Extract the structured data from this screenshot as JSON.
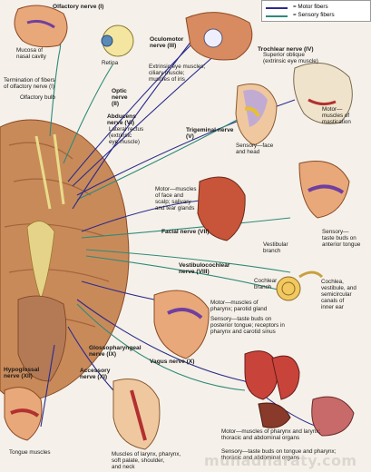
{
  "legend": {
    "motor": {
      "label": "= Motor fibers",
      "color": "#2b2b8c"
    },
    "sensory": {
      "label": "= Sensory fibers",
      "color": "#2e8a78"
    }
  },
  "nerves": {
    "olfactory": "Olfactory nerve (I)",
    "optic": "Optic\nnerve\n(II)",
    "oculomotor": "Oculomotor\nnerve (III)",
    "trochlear": "Trochlear nerve (IV)",
    "trigeminal": "Trigeminal nerve\n(V)",
    "abducens": "Abducens\nnerve (VI)",
    "facial": "Facial nerve (VII)",
    "vestibulocochlear": "Vestibulocochlear\nnerve (VIII)",
    "glossopharyngeal": "Glossopharyngeal\nnerve (IX)",
    "vagus": "Vagus nerve (X)",
    "accessory": "Accessory\nnerve (XI)",
    "hypoglossal": "Hypoglossal\nnerve (XII)"
  },
  "annotations": {
    "mucosa": "Mucosa of\nnasal cavity",
    "termination": "Termination of fibers\nof olfactory nerve (I)",
    "olfactory_bulb": "Olfactory bulb",
    "retina": "Retina",
    "oculomotor_desc": "Extrinsic eye muscles;\nciliary muscle;\nmuscles of iris",
    "trochlear_desc": "Superior oblique\n(extrinsic eye muscle)",
    "lateral_rectus": "Lateral rectus\n(extrinsic\neye muscle)",
    "mastication": "Motor—\nmuscles of\nmastication",
    "face_sensory": "Sensory—face\nand head",
    "facial_motor": "Motor—muscles\nof face and\nscalp; salivary\nand tear glands",
    "taste_anterior": "Sensory—\ntaste buds on\nanterior tongue",
    "vestibular_branch": "Vestibular\nbranch",
    "cochlear_branch": "Cochlear\nbranch",
    "cochlea": "Cochlea,\nvestibule, and\nsemicircular\ncanals of\ninner ear",
    "pharynx_motor": "Motor—muscles of\npharynx; parotid gland",
    "pharynx_sensory": "Sensory—taste buds on\nposterior tongue; receptors in\npharynx and carotid sinus",
    "tongue_muscles": "Tongue muscles",
    "larynx_muscles": "Muscles of larynx, pharynx,\nsoft palate, shoulder,\nand neck",
    "vagus_motor": "Motor—muscles of pharynx and larynx;\nthoracic and abdominal organs",
    "vagus_sensory": "Sensory—taste buds on tongue and pharynx;\nthoracic and abdominal organs"
  },
  "watermark": "muhadharaty.com"
}
